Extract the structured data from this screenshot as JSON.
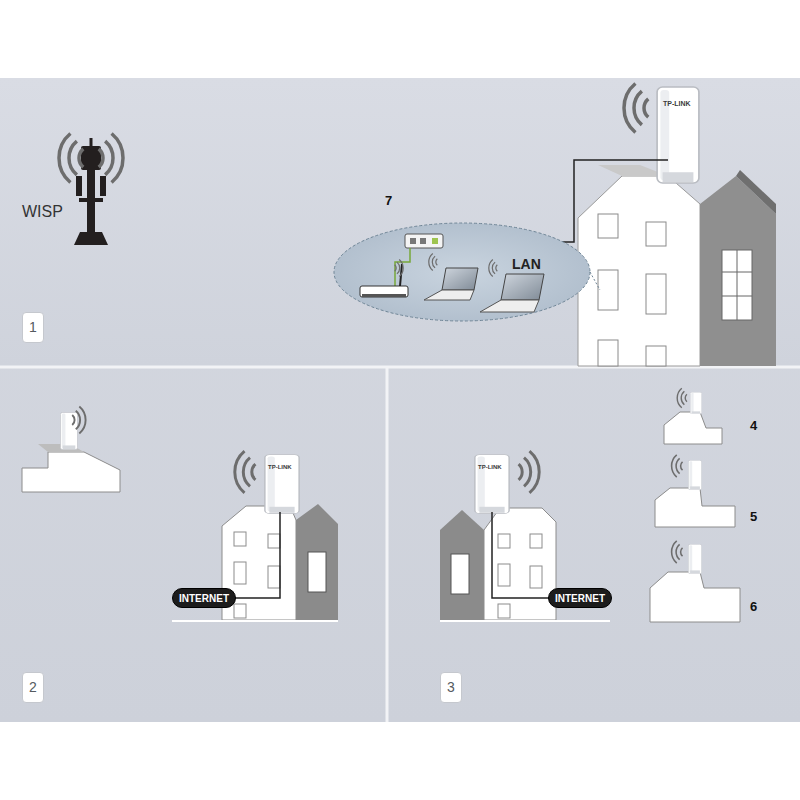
{
  "diagram": {
    "nodes": [
      {
        "text": [
          "1"
        ]
      },
      {
        "text": [
          "INTERNET"
        ]
      },
      {
        "text": [
          "2"
        ]
      },
      {
        "text": [
          "INTERNET"
        ]
      },
      {
        "text": [
          "3"
        ]
      }
    ],
    "labels": [
      "WISP",
      "7",
      "LAN",
      "TP-LINK",
      "TP-LINK",
      "TP-LINK",
      "4",
      "5",
      "6"
    ]
  }
}
